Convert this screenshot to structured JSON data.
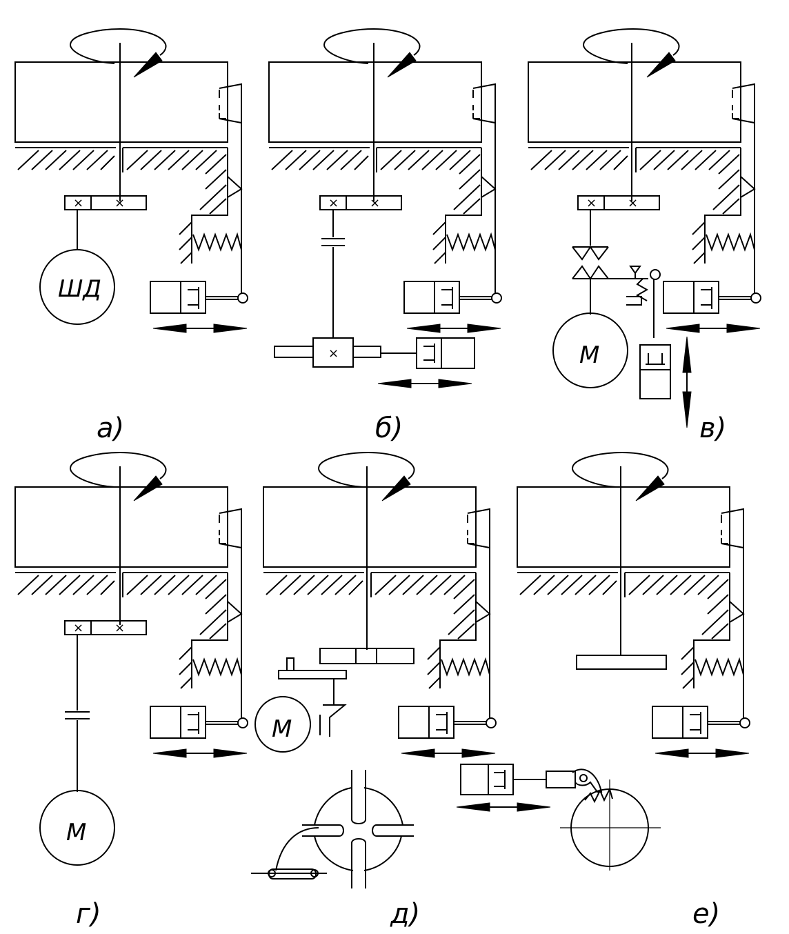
{
  "panels": [
    {
      "id": "a",
      "label": "а)",
      "drive": "ШД"
    },
    {
      "id": "b",
      "label": "б)"
    },
    {
      "id": "v",
      "label": "в)",
      "drive": "М"
    },
    {
      "id": "g",
      "label": "г)",
      "drive": "М"
    },
    {
      "id": "d",
      "label": "д)",
      "drive": "М"
    },
    {
      "id": "e",
      "label": "е)"
    }
  ]
}
